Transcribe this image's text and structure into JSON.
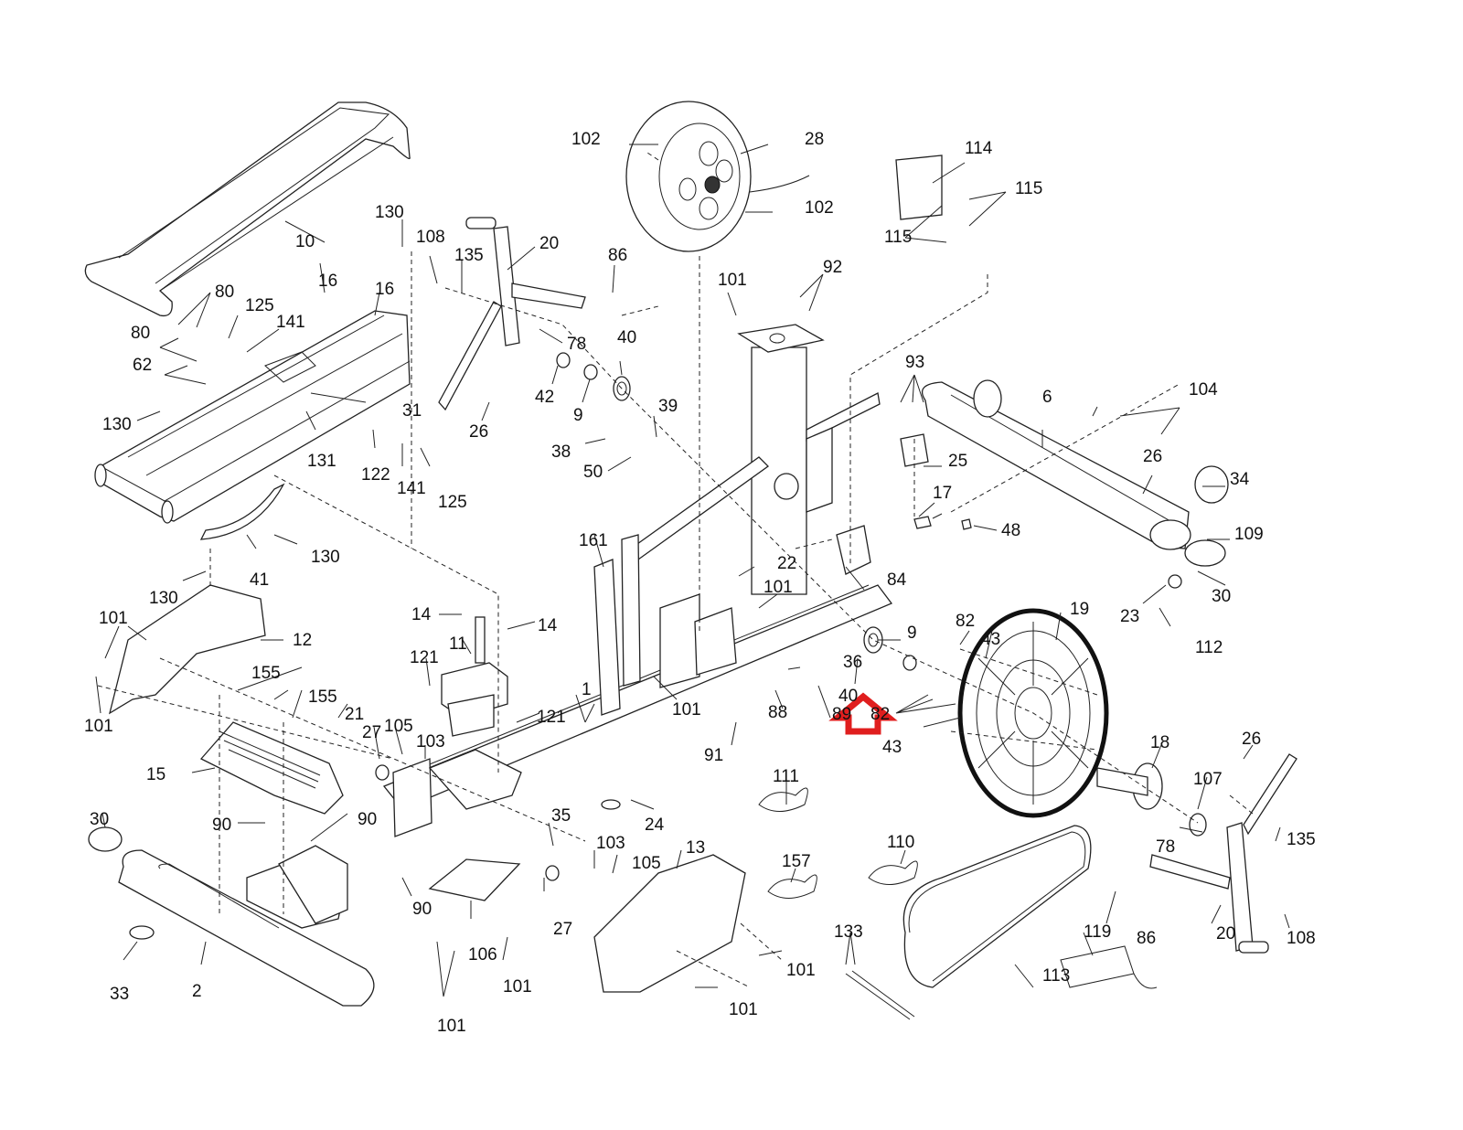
{
  "diagram": {
    "title": "Exploded parts diagram - elliptical trainer frame",
    "highlight": {
      "part": "40",
      "indicator": "red-up-arrow",
      "color": "#e01e1e"
    },
    "labels": [
      {
        "id": "l10",
        "text": "10"
      },
      {
        "id": "l130a",
        "text": "130"
      },
      {
        "id": "l108a",
        "text": "108"
      },
      {
        "id": "l135a",
        "text": "135"
      },
      {
        "id": "l20a",
        "text": "20"
      },
      {
        "id": "l86a",
        "text": "86"
      },
      {
        "id": "l102a",
        "text": "102"
      },
      {
        "id": "l28",
        "text": "28"
      },
      {
        "id": "l102b",
        "text": "102"
      },
      {
        "id": "l114",
        "text": "114"
      },
      {
        "id": "l115a",
        "text": "115"
      },
      {
        "id": "l115b",
        "text": "115"
      },
      {
        "id": "l80a",
        "text": "80"
      },
      {
        "id": "l80b",
        "text": "80"
      },
      {
        "id": "l125a",
        "text": "125"
      },
      {
        "id": "l16a",
        "text": "16"
      },
      {
        "id": "l16b",
        "text": "16"
      },
      {
        "id": "l141a",
        "text": "141"
      },
      {
        "id": "l62",
        "text": "62"
      },
      {
        "id": "l130b",
        "text": "130"
      },
      {
        "id": "l31",
        "text": "31"
      },
      {
        "id": "l131",
        "text": "131"
      },
      {
        "id": "l122",
        "text": "122"
      },
      {
        "id": "l141b",
        "text": "141"
      },
      {
        "id": "l125b",
        "text": "125"
      },
      {
        "id": "l78a",
        "text": "78"
      },
      {
        "id": "l42",
        "text": "42"
      },
      {
        "id": "l9a",
        "text": "9"
      },
      {
        "id": "l40a",
        "text": "40"
      },
      {
        "id": "l26a",
        "text": "26"
      },
      {
        "id": "l101a",
        "text": "101"
      },
      {
        "id": "l92",
        "text": "92"
      },
      {
        "id": "l39",
        "text": "39"
      },
      {
        "id": "l38",
        "text": "38"
      },
      {
        "id": "l50",
        "text": "50"
      },
      {
        "id": "l93",
        "text": "93"
      },
      {
        "id": "l25",
        "text": "25"
      },
      {
        "id": "l6",
        "text": "6"
      },
      {
        "id": "l104",
        "text": "104"
      },
      {
        "id": "l26b",
        "text": "26"
      },
      {
        "id": "l34",
        "text": "34"
      },
      {
        "id": "l109",
        "text": "109"
      },
      {
        "id": "l17",
        "text": "17"
      },
      {
        "id": "l48",
        "text": "48"
      },
      {
        "id": "l30a",
        "text": "30"
      },
      {
        "id": "l23",
        "text": "23"
      },
      {
        "id": "l112",
        "text": "112"
      },
      {
        "id": "l41",
        "text": "41"
      },
      {
        "id": "l130c",
        "text": "130"
      },
      {
        "id": "l130d",
        "text": "130"
      },
      {
        "id": "l161",
        "text": "161"
      },
      {
        "id": "l22",
        "text": "22"
      },
      {
        "id": "l101b",
        "text": "101"
      },
      {
        "id": "l84",
        "text": "84"
      },
      {
        "id": "l19",
        "text": "19"
      },
      {
        "id": "l101c",
        "text": "101"
      },
      {
        "id": "l12",
        "text": "12"
      },
      {
        "id": "l14a",
        "text": "14"
      },
      {
        "id": "l14b",
        "text": "14"
      },
      {
        "id": "l11",
        "text": "11"
      },
      {
        "id": "l121a",
        "text": "121"
      },
      {
        "id": "l121b",
        "text": "121"
      },
      {
        "id": "l155a",
        "text": "155"
      },
      {
        "id": "l155b",
        "text": "155"
      },
      {
        "id": "l1",
        "text": "1"
      },
      {
        "id": "l101d",
        "text": "101"
      },
      {
        "id": "l101e",
        "text": "101"
      },
      {
        "id": "l36",
        "text": "36"
      },
      {
        "id": "l40b",
        "text": "40"
      },
      {
        "id": "l9b",
        "text": "9"
      },
      {
        "id": "l82a",
        "text": "82"
      },
      {
        "id": "l43a",
        "text": "43"
      },
      {
        "id": "l82b",
        "text": "82"
      },
      {
        "id": "l43b",
        "text": "43"
      },
      {
        "id": "l88",
        "text": "88"
      },
      {
        "id": "l89",
        "text": "89"
      },
      {
        "id": "l91",
        "text": "91"
      },
      {
        "id": "l21",
        "text": "21"
      },
      {
        "id": "l27a",
        "text": "27"
      },
      {
        "id": "l105a",
        "text": "105"
      },
      {
        "id": "l103a",
        "text": "103"
      },
      {
        "id": "l15",
        "text": "15"
      },
      {
        "id": "l111",
        "text": "111"
      },
      {
        "id": "l18",
        "text": "18"
      },
      {
        "id": "l26c",
        "text": "26"
      },
      {
        "id": "l107",
        "text": "107"
      },
      {
        "id": "l24",
        "text": "24"
      },
      {
        "id": "l30b",
        "text": "30"
      },
      {
        "id": "l90a",
        "text": "90"
      },
      {
        "id": "l90b",
        "text": "90"
      },
      {
        "id": "l35",
        "text": "35"
      },
      {
        "id": "l103b",
        "text": "103"
      },
      {
        "id": "l105b",
        "text": "105"
      },
      {
        "id": "l13",
        "text": "13"
      },
      {
        "id": "l157",
        "text": "157"
      },
      {
        "id": "l110",
        "text": "110"
      },
      {
        "id": "l78b",
        "text": "78"
      },
      {
        "id": "l135b",
        "text": "135"
      },
      {
        "id": "l27b",
        "text": "27"
      },
      {
        "id": "l90c",
        "text": "90"
      },
      {
        "id": "l86b",
        "text": "86"
      },
      {
        "id": "l20b",
        "text": "20"
      },
      {
        "id": "l108b",
        "text": "108"
      },
      {
        "id": "l133",
        "text": "133"
      },
      {
        "id": "l119",
        "text": "119"
      },
      {
        "id": "l106",
        "text": "106"
      },
      {
        "id": "l101f",
        "text": "101"
      },
      {
        "id": "l101g",
        "text": "101"
      },
      {
        "id": "l113",
        "text": "113"
      },
      {
        "id": "l33",
        "text": "33"
      },
      {
        "id": "l2",
        "text": "2"
      },
      {
        "id": "l101h",
        "text": "101"
      },
      {
        "id": "l101i",
        "text": "101"
      }
    ]
  }
}
